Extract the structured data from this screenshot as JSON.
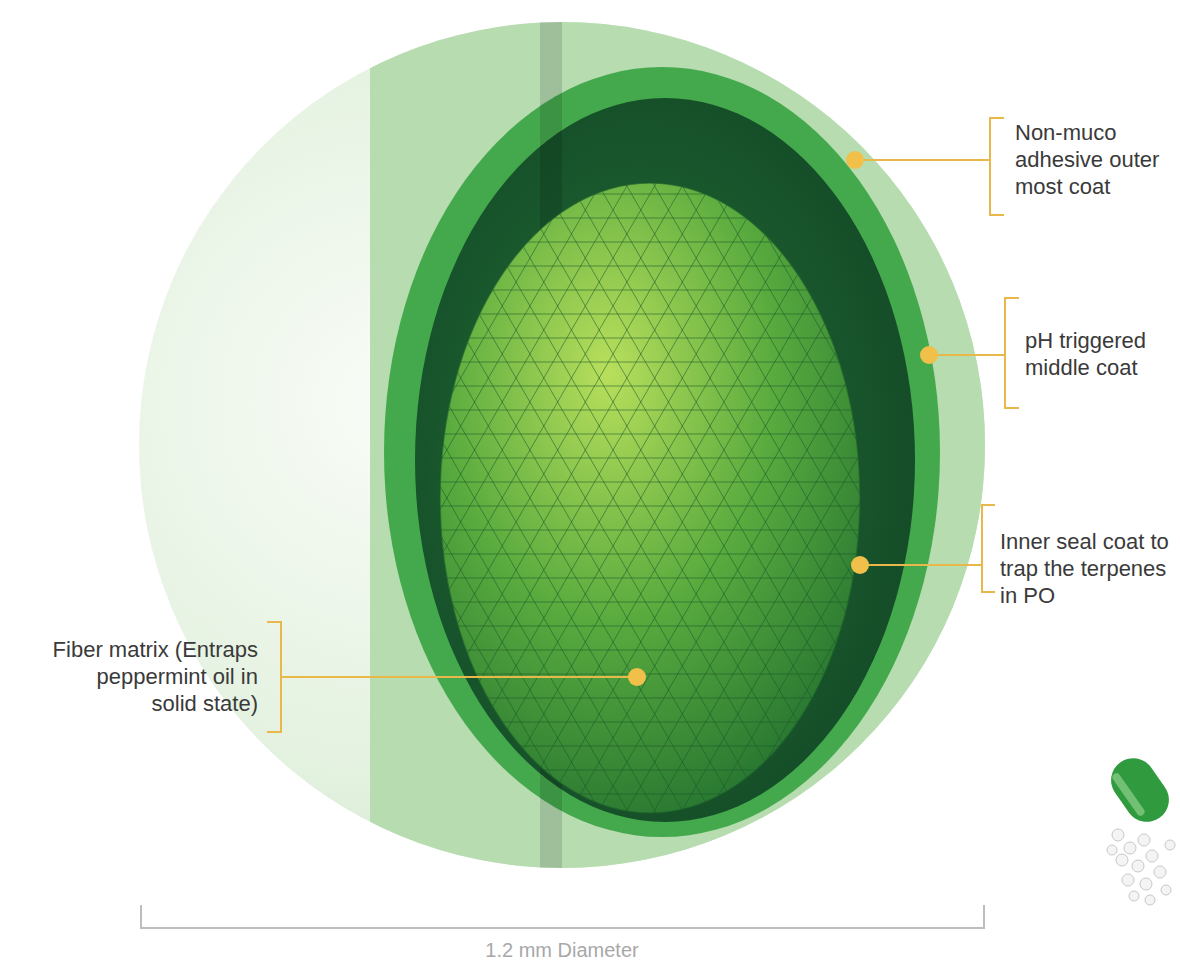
{
  "diagram": {
    "labels": [
      "Non-muco adhesive outer most coat",
      "pH triggered middle coat",
      "Inner seal coat to trap the terpenes in PO",
      "Fiber matrix (Entraps peppermint oil in solid state)",
      "1.2 mm Diameter"
    ]
  }
}
